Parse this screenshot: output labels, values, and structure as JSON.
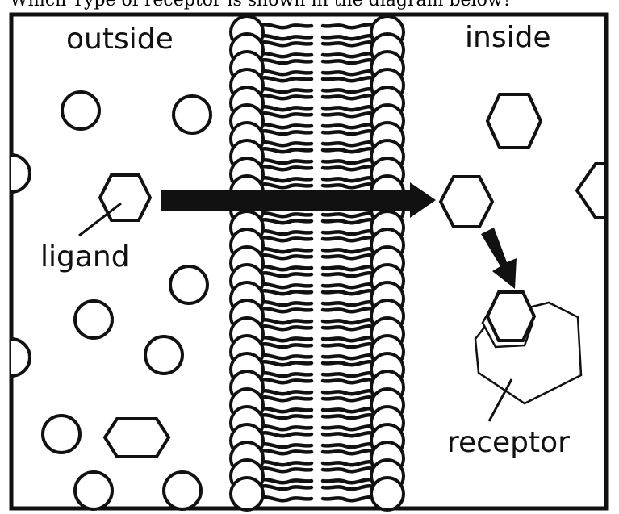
{
  "question": "Which Type of receptor is shown in the diagram below?",
  "labels": {
    "outside": "outside",
    "inside": "inside",
    "ligand": "ligand",
    "receptor": "receptor"
  },
  "colors": {
    "stroke": "#111111",
    "background": "#ffffff"
  }
}
